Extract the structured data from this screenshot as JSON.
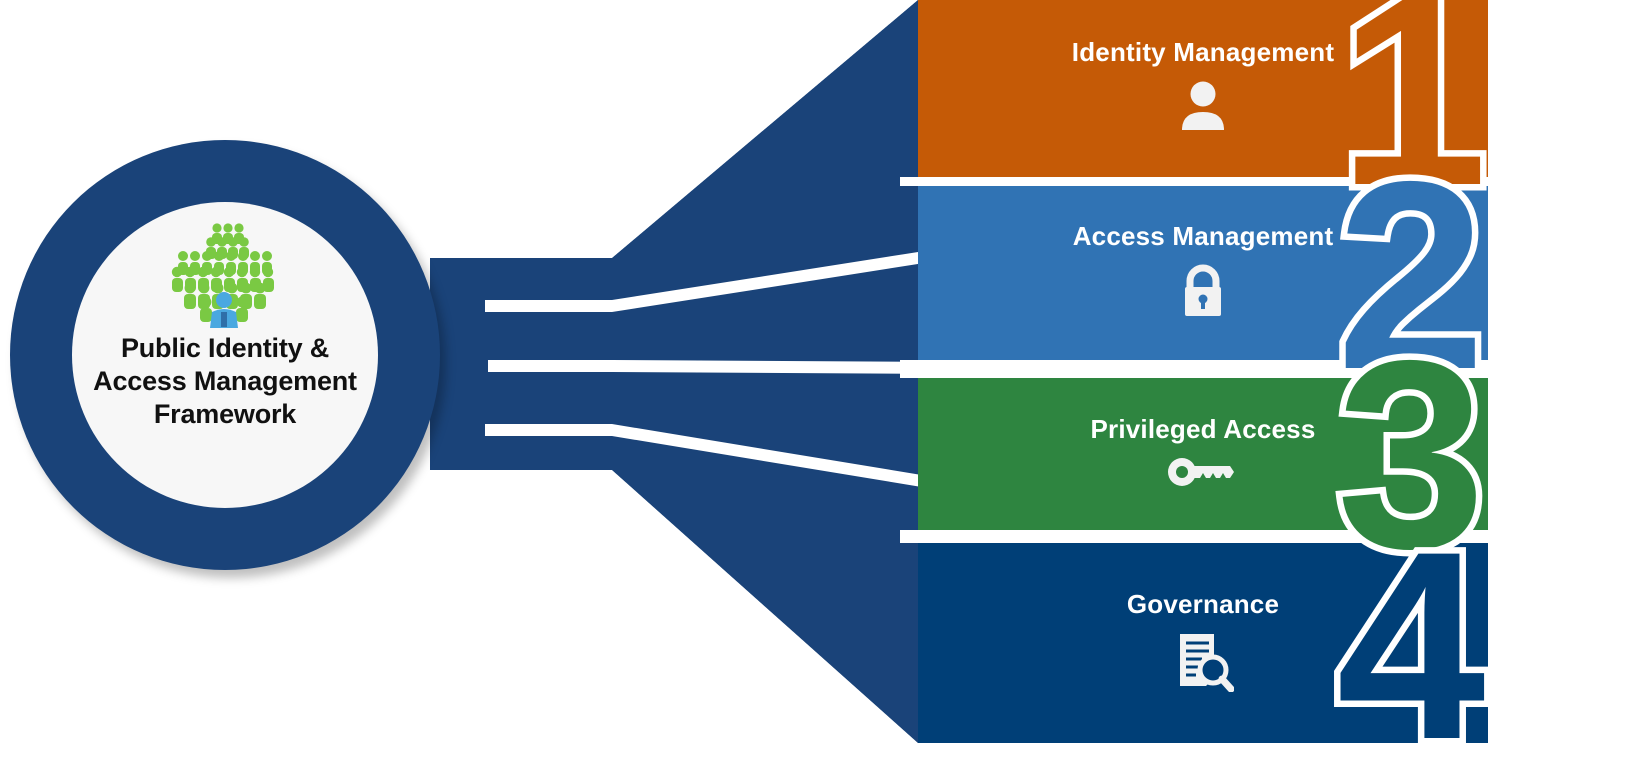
{
  "diagram": {
    "type": "fan-out-framework",
    "hub": {
      "title_line1": "Public Identity &",
      "title_line2": "Access Management",
      "title_line3": "Framework",
      "icon": "crowd-with-leader-icon",
      "ring_color": "#1a4379",
      "inner_color": "#f7f7f7"
    },
    "branches": [
      {
        "number": "1",
        "label": "Identity Management",
        "icon": "person-icon",
        "color": "#c55a06"
      },
      {
        "number": "2",
        "label": "Access Management",
        "icon": "padlock-icon",
        "color": "#3073b4"
      },
      {
        "number": "3",
        "label": "Privileged Access",
        "icon": "key-icon",
        "color": "#2e8540"
      },
      {
        "number": "4",
        "label": "Governance",
        "icon": "document-magnifier-icon",
        "color": "#003f77"
      }
    ],
    "connector": {
      "color": "#1a4379",
      "divider_color": "#ffffff"
    }
  }
}
